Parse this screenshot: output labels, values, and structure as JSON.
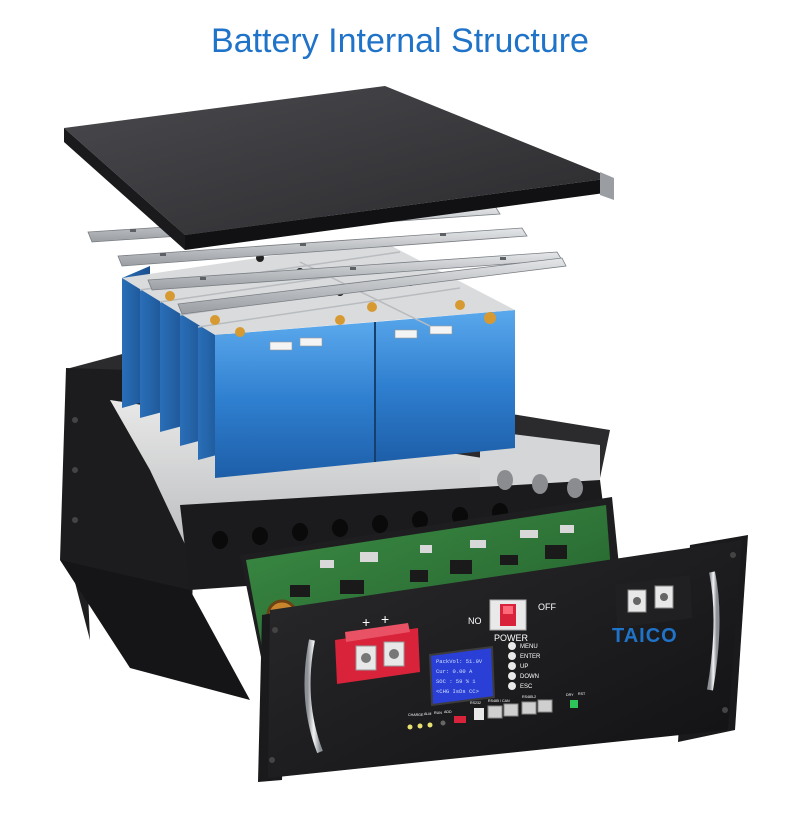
{
  "title": "Battery Internal Structure",
  "front_panel": {
    "switch_on": "NO",
    "switch_off": "OFF",
    "power_label": "POWER",
    "brand": "TAICO",
    "buttons": [
      "MENU",
      "ENTER",
      "UP",
      "DOWN",
      "ESC"
    ],
    "lcd_lines": [
      "PackVol: 51.0V",
      "Cur:   0.00 A",
      "SOC :  59 % 1",
      "<CHG IsDs CC>"
    ],
    "terminal_signs": [
      "+",
      "+"
    ],
    "port_labels": [
      "CHARGE",
      "ALM",
      "RUN",
      "ADD",
      "RS232",
      "RS485 / CAN",
      "RS485-2",
      "DRY",
      "RST"
    ]
  },
  "colors": {
    "title": "#1f73c8",
    "cell_blue": "#2f7fd0",
    "chassis": "#1c1c1e",
    "pcb": "#2f7a3a",
    "terminal_red": "#d8233a",
    "lcd": "#2a3fd6"
  }
}
